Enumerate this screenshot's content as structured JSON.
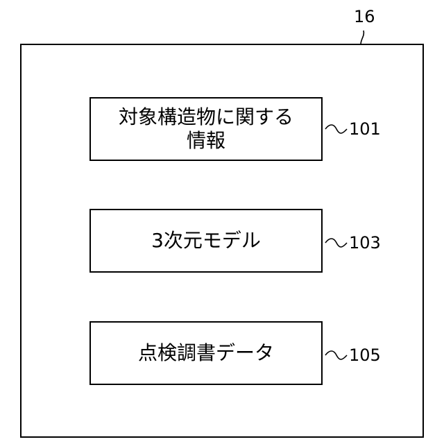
{
  "diagram": {
    "container_ref": "16",
    "boxes": [
      {
        "lines": [
          "対象構造物に関する",
          "情報"
        ],
        "ref": "101"
      },
      {
        "lines": [
          "3次元モデル"
        ],
        "ref": "103"
      },
      {
        "lines": [
          "点検調書データ"
        ],
        "ref": "105"
      }
    ]
  }
}
